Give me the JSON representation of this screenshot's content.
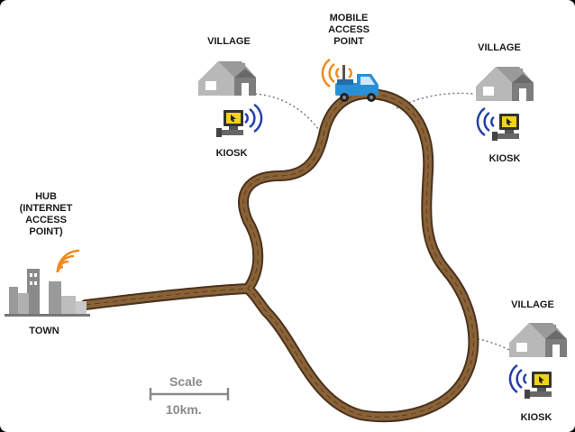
{
  "labels": {
    "village_left": "VILLAGE",
    "village_right": "VILLAGE",
    "village_bottom": "VILLAGE",
    "kiosk_left": "KIOSK",
    "kiosk_right": "KIOSK",
    "kiosk_bottom": "KIOSK",
    "mobile_access_point": "MOBILE\nACCESS\nPOINT",
    "hub": "HUB\n(INTERNET\nACCESS\nPOINT)",
    "town": "TOWN"
  },
  "scale": {
    "title": "Scale",
    "distance": "10km."
  },
  "colors": {
    "road": "#7a5533",
    "road_edge": "#4a321c",
    "house": "#8c8c8c",
    "truck": "#2a8fd6",
    "wifi_orange": "#f08a1e",
    "wifi_blue": "#2540a8",
    "kiosk_screen": "#f2d21a"
  }
}
